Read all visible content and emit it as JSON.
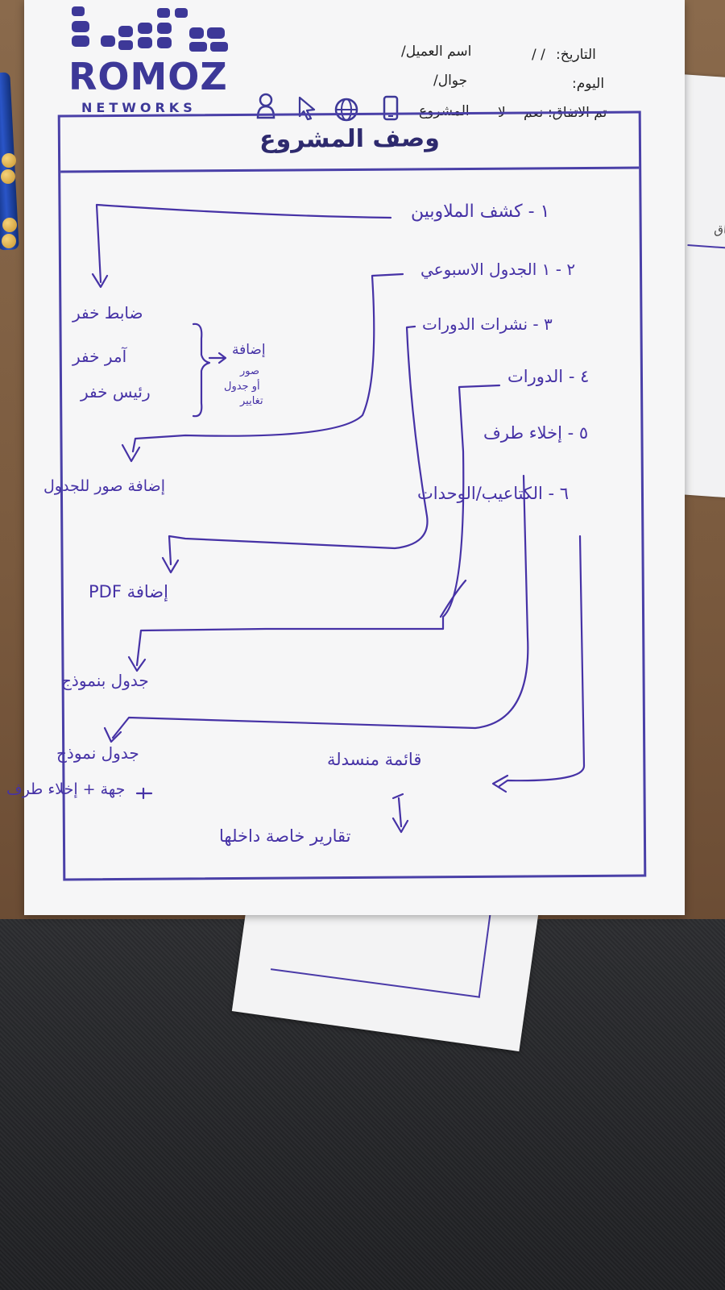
{
  "logo": {
    "brand": "ROMOZ",
    "tagline": "NETWORKS"
  },
  "header": {
    "date_label": "التاريخ:",
    "date_slashes": "/ /",
    "client_label": "اسم العميل/",
    "day_label": "اليوم:",
    "mobile_label": "جوال/",
    "agreement_label": "تم الاتفاق:",
    "yes": "نعم",
    "no": "لا",
    "project_label": "المشروع",
    "icons": [
      "mobile-icon",
      "globe-icon",
      "cursor-icon",
      "user-icon"
    ]
  },
  "form": {
    "title": "وصف المشروع"
  },
  "handwriting": {
    "items": [
      "١ - كشف الملاوبين",
      "٢ - ١ الجدول الاسبوعي",
      "٣ - نشرات الدورات",
      "٤ - الدورات",
      "٥ - إخلاء طرف",
      "٦ - الكتاعيب/الوحدات"
    ],
    "branch_labels": [
      "ضابط خفر",
      "آمر خفر",
      "رئيس خفر"
    ],
    "add_label": "إضافة",
    "add_images_note": [
      "صور",
      "أو جدول",
      "تغايير"
    ],
    "add_images_table": "إضافة صور للجدول",
    "add_pdf": "إضافة PDF",
    "model_table": "جدول بنموذج",
    "model_table_2": "جدول نموذج",
    "direction_note": "جهة + إخلاء طرف",
    "drop_list": "قائمة منسدلة",
    "reports_inside": "تقارير خاصة داخلها"
  },
  "background": {
    "back_sheet_label": "فاق:"
  }
}
